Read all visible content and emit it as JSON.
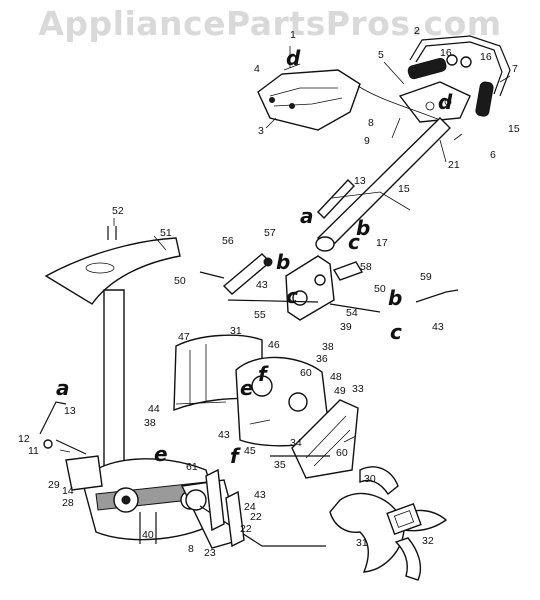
{
  "watermark": "AppliancePartsPros.com",
  "callouts": {
    "c1": "1",
    "c2": "2",
    "c3": "3",
    "c4": "4",
    "c5": "5",
    "c6": "6",
    "c7": "7",
    "c8a": "8",
    "c8b": "8",
    "c9": "9",
    "c11": "11",
    "c12": "12",
    "c13a": "13",
    "c13b": "13",
    "c14": "14",
    "c15a": "15",
    "c15b": "15",
    "c16a": "16",
    "c16b": "16",
    "c17": "17",
    "c21": "21",
    "c22a": "22",
    "c22b": "22",
    "c23": "23",
    "c24": "24",
    "c28": "28",
    "c29": "29",
    "c30": "30",
    "c31a": "31",
    "c31b": "31",
    "c32": "32",
    "c33": "33",
    "c34": "34",
    "c35": "35",
    "c36": "36",
    "c38a": "38",
    "c38b": "38",
    "c39": "39",
    "c40": "40",
    "c43a": "43",
    "c43b": "43",
    "c43c": "43",
    "c43d": "43",
    "c44": "44",
    "c45": "45",
    "c46": "46",
    "c47": "47",
    "c48": "48",
    "c49": "49",
    "c50a": "50",
    "c50b": "50",
    "c51": "51",
    "c52": "52",
    "c54": "54",
    "c55": "55",
    "c56": "56",
    "c57": "57",
    "c58": "58",
    "c59": "59",
    "c60a": "60",
    "c60b": "60",
    "c61": "61"
  },
  "letters": {
    "a1": "a",
    "a2": "a",
    "b1": "b",
    "b2": "b",
    "b3": "b",
    "c1": "c",
    "c2": "c",
    "c3": "c",
    "d1": "d",
    "d2": "d",
    "e1": "e",
    "e2": "e",
    "f1": "f",
    "f2": "f"
  }
}
